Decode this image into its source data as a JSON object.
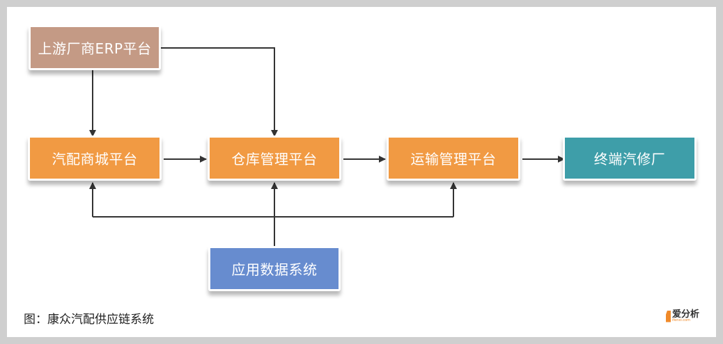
{
  "diagram": {
    "nodes": {
      "erp": {
        "label": "上游厂商ERP平台",
        "color": "#c49a85"
      },
      "mall": {
        "label": "汽配商城平台",
        "color": "#f19a43"
      },
      "warehouse": {
        "label": "仓库管理平台",
        "color": "#f19a43"
      },
      "transport": {
        "label": "运输管理平台",
        "color": "#f19a43"
      },
      "repair": {
        "label": "终端汽修厂",
        "color": "#3e9ea9"
      },
      "appdata": {
        "label": "应用数据系统",
        "color": "#678ccf"
      }
    },
    "edges": [
      {
        "from": "erp",
        "to": "mall"
      },
      {
        "from": "erp",
        "to": "warehouse"
      },
      {
        "from": "mall",
        "to": "warehouse"
      },
      {
        "from": "warehouse",
        "to": "transport"
      },
      {
        "from": "transport",
        "to": "repair"
      },
      {
        "from": "appdata",
        "to": "mall"
      },
      {
        "from": "appdata",
        "to": "warehouse"
      },
      {
        "from": "appdata",
        "to": "transport"
      }
    ],
    "line_color": "#333333"
  },
  "caption": "图：康众汽配供应链系统",
  "logo": {
    "cn": "爱分析",
    "en": "ifenxi.com"
  }
}
